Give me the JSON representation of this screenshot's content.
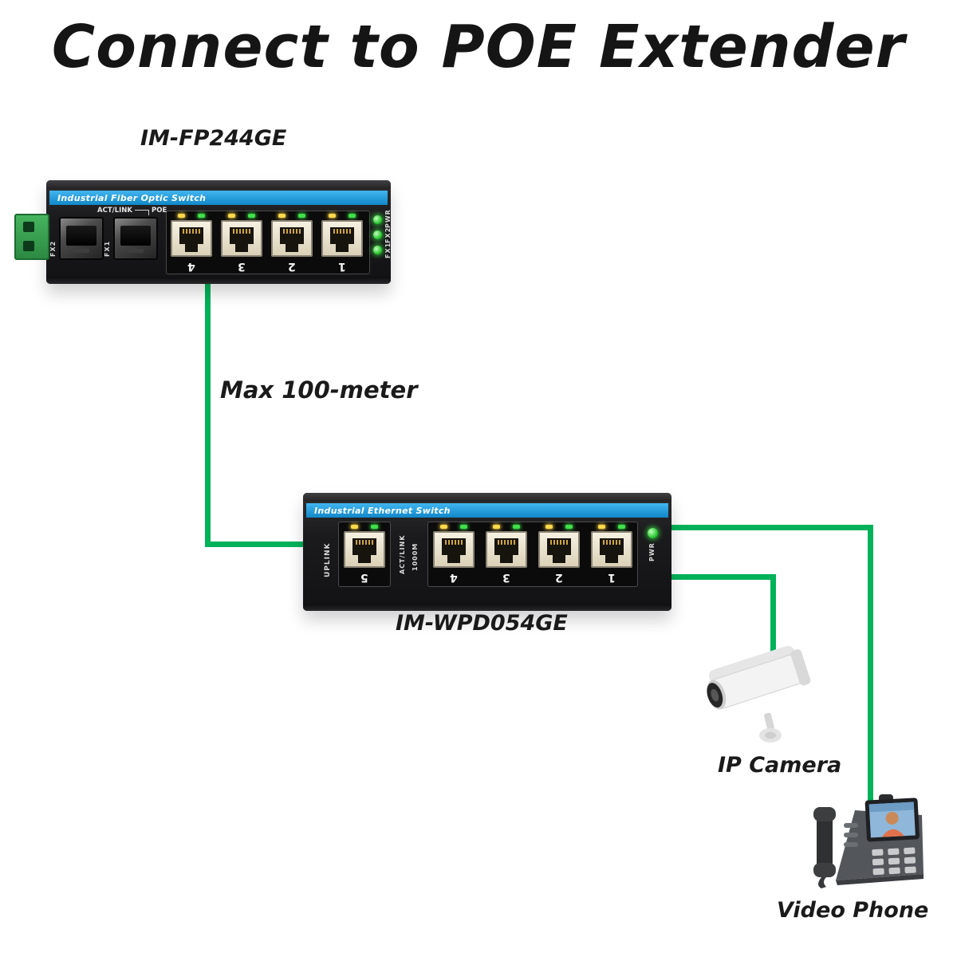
{
  "title": "Connect to POE Extender",
  "connection_label": "Max 100-meter",
  "switch1": {
    "model": "IM-FP244GE",
    "stripe_label": "Industrial Fiber Optic Switch",
    "act_link_label": "ACT/LINK",
    "poe_label": "POE",
    "sfp_labels": [
      "FX2",
      "FX1"
    ],
    "port_numbers": [
      "4",
      "3",
      "2",
      "1"
    ],
    "led_labels": [
      "PWR",
      "FX2",
      "FX1"
    ]
  },
  "switch2": {
    "model": "IM-WPD054GE",
    "stripe_label": "Industrial Ethernet Switch",
    "uplink_label": "UPLINK",
    "uplink_port_number": "5",
    "act_link_label": "ACT/LINK",
    "speed_label": "1000M",
    "port_numbers": [
      "4",
      "3",
      "2",
      "1"
    ],
    "pwr_label": "PWR"
  },
  "devices": {
    "camera_label": "IP Camera",
    "phone_label": "Video Phone"
  },
  "colors": {
    "cable_green": "#00b259",
    "stripe_blue": "#1795d9",
    "switch_body": "#1b1b1d",
    "led_green": "#3fe04a",
    "led_yellow": "#ffd94a",
    "terminal_green": "#3fae57"
  }
}
